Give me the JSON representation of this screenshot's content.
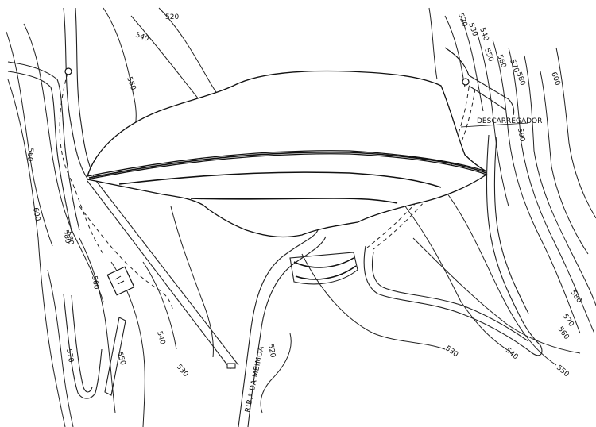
{
  "labels": {
    "descarregador": "DESCARREGADOR",
    "river": "RIB.ª DA MEIMOA"
  },
  "contour_labels": [
    "520",
    "540",
    "550",
    "560",
    "580",
    "600",
    "580",
    "560",
    "570",
    "550",
    "540",
    "530",
    "520",
    "520",
    "530",
    "540",
    "550",
    "560",
    "570",
    "580",
    "590",
    "600",
    "580",
    "570",
    "560",
    "550",
    "540",
    "530"
  ],
  "colors": {
    "ink": "#111111",
    "paper": "#ffffff"
  }
}
